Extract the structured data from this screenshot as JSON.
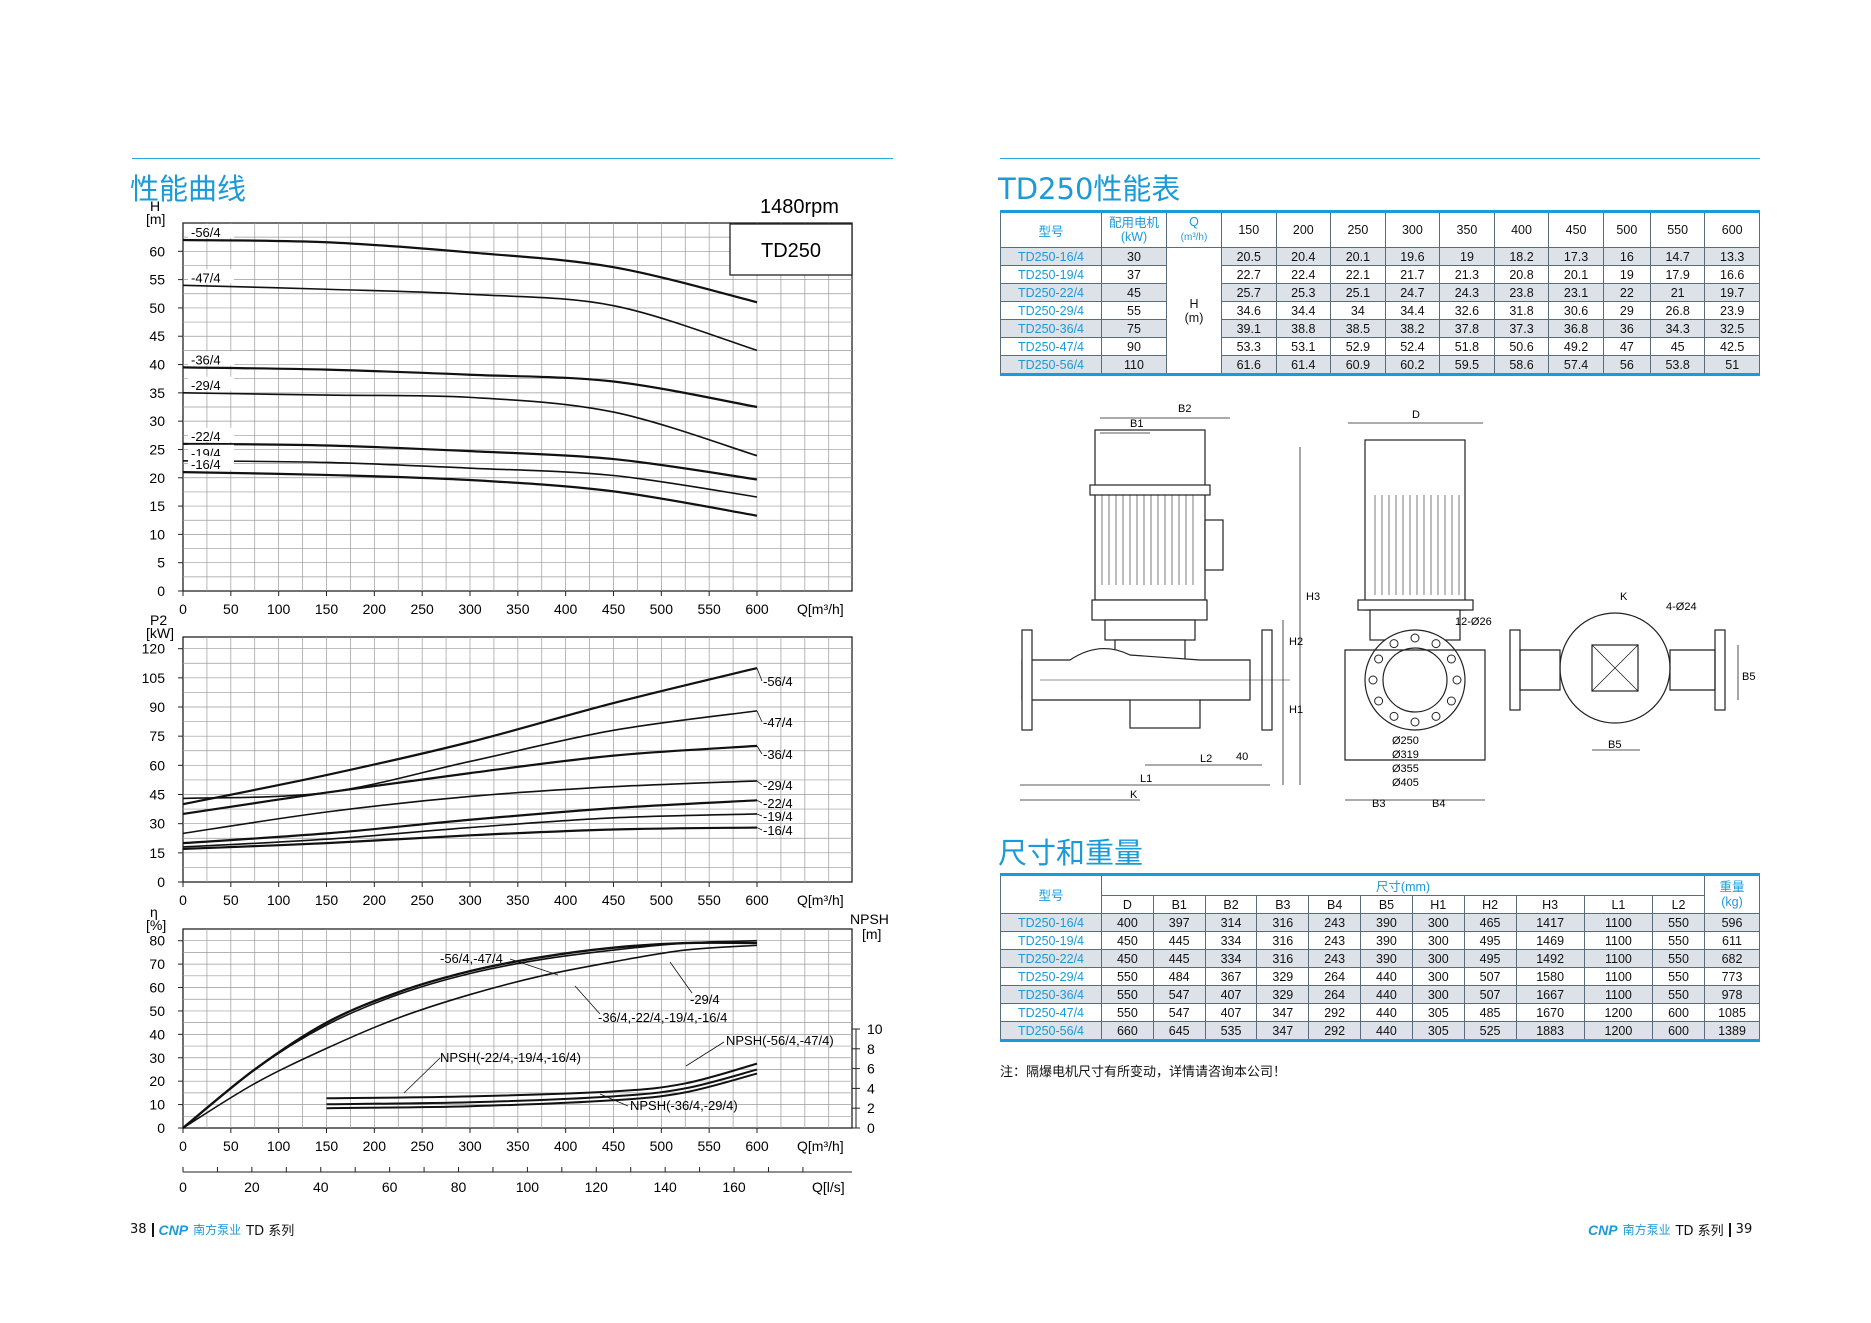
{
  "left": {
    "section_title": "性能曲线",
    "rpm": "1480rpm",
    "model_box": "TD250",
    "head_chart": {
      "y_axis_label": [
        "H",
        "[m]"
      ],
      "y_ticks": [
        0,
        5,
        10,
        15,
        20,
        25,
        30,
        35,
        40,
        45,
        50,
        55,
        60
      ],
      "x_ticks": [
        0,
        50,
        100,
        150,
        200,
        250,
        300,
        350,
        400,
        450,
        500,
        550,
        600
      ],
      "x_label": "Q[m³/h]",
      "curves": [
        {
          "name": "-56/4",
          "q": [
            0,
            150,
            300,
            450,
            600
          ],
          "h": [
            62.0,
            61.6,
            59.8,
            57.2,
            51.0
          ]
        },
        {
          "name": "-47/4",
          "q": [
            0,
            150,
            300,
            450,
            600
          ],
          "h": [
            54.0,
            53.3,
            52.4,
            50.4,
            42.5
          ]
        },
        {
          "name": "-36/4",
          "q": [
            0,
            150,
            300,
            450,
            600
          ],
          "h": [
            39.5,
            39.1,
            38.2,
            37.0,
            32.5
          ]
        },
        {
          "name": "-29/4",
          "q": [
            0,
            150,
            300,
            450,
            600
          ],
          "h": [
            35.0,
            34.6,
            34.2,
            31.6,
            23.9
          ]
        },
        {
          "name": "-22/4",
          "q": [
            0,
            150,
            300,
            450,
            600
          ],
          "h": [
            26.0,
            25.7,
            24.7,
            23.3,
            19.7
          ]
        },
        {
          "name": "-19/4",
          "q": [
            0,
            150,
            300,
            450,
            600
          ],
          "h": [
            23.0,
            22.7,
            21.7,
            20.4,
            16.6
          ]
        },
        {
          "name": "-16/4",
          "q": [
            0,
            150,
            300,
            450,
            600
          ],
          "h": [
            21.0,
            20.5,
            19.6,
            17.6,
            13.3
          ]
        }
      ]
    },
    "power_chart": {
      "y_axis_label": [
        "P2",
        "[kW]"
      ],
      "y_ticks": [
        0,
        15,
        30,
        45,
        60,
        75,
        90,
        105,
        120
      ],
      "x_ticks": [
        0,
        50,
        100,
        150,
        200,
        250,
        300,
        350,
        400,
        450,
        500,
        550,
        600
      ],
      "x_label": "Q[m³/h]",
      "curves": [
        {
          "name": "-56/4",
          "q": [
            0,
            150,
            300,
            450,
            600
          ],
          "p": [
            40,
            55,
            72,
            92,
            110
          ]
        },
        {
          "name": "-47/4",
          "q": [
            0,
            150,
            300,
            450,
            600
          ],
          "p": [
            43,
            46,
            62,
            78,
            88
          ]
        },
        {
          "name": "-36/4",
          "q": [
            0,
            150,
            300,
            450,
            600
          ],
          "p": [
            35,
            46,
            56,
            65,
            70
          ]
        },
        {
          "name": "-29/4",
          "q": [
            0,
            150,
            300,
            450,
            600
          ],
          "p": [
            25,
            36,
            44,
            49,
            52
          ]
        },
        {
          "name": "-22/4",
          "q": [
            0,
            150,
            300,
            450,
            600
          ],
          "p": [
            20,
            25,
            32,
            38,
            42
          ]
        },
        {
          "name": "-19/4",
          "q": [
            0,
            150,
            300,
            450,
            600
          ],
          "p": [
            18,
            22,
            28,
            33,
            35
          ]
        },
        {
          "name": "-16/4",
          "q": [
            0,
            150,
            300,
            450,
            600
          ],
          "p": [
            17,
            20,
            24,
            27,
            28
          ]
        }
      ]
    },
    "eff_chart": {
      "y_axis_label": [
        "η",
        "[%]"
      ],
      "y_ticks": [
        0,
        10,
        20,
        30,
        40,
        50,
        60,
        70,
        80
      ],
      "right_axis_label": [
        "NPSH",
        "[m]"
      ],
      "right_ticks": [
        0,
        2,
        4,
        6,
        8,
        10
      ],
      "x_ticks": [
        0,
        50,
        100,
        150,
        200,
        250,
        300,
        350,
        400,
        450,
        500,
        550,
        600
      ],
      "x_label": "Q[m³/h]",
      "x2_ticks": [
        0,
        20,
        40,
        60,
        80,
        100,
        120,
        140,
        160
      ],
      "x2_label": "Q[l/s]",
      "eff_curves": [
        {
          "name": "-56/4,-47/4",
          "q": [
            0,
            75,
            150,
            225,
            300,
            375,
            450,
            525,
            600
          ],
          "e": [
            0,
            25,
            45,
            58,
            67,
            73,
            77,
            79,
            79
          ]
        },
        {
          "name": "-29/4",
          "q": [
            0,
            75,
            150,
            225,
            300,
            375,
            450,
            525,
            600
          ],
          "e": [
            0,
            25,
            44,
            57,
            66,
            72,
            76,
            79,
            80
          ]
        },
        {
          "name": "-36/4,-22/4,-19/4,-16/4",
          "q": [
            0,
            75,
            150,
            225,
            300,
            375,
            450,
            525,
            600
          ],
          "e": [
            0,
            19,
            34,
            47,
            57,
            65,
            71,
            76,
            78
          ]
        }
      ],
      "npsh_curves": [
        {
          "name": "NPSH(-56/4,-47/4)",
          "q": [
            150,
            300,
            450,
            525,
            600
          ],
          "n": [
            3.0,
            3.2,
            3.7,
            4.5,
            6.5
          ]
        },
        {
          "name": "NPSH(-22/4,-19/4,-16/4)",
          "q": [
            150,
            300,
            450,
            525,
            600
          ],
          "n": [
            2.4,
            2.6,
            3.2,
            4.0,
            5.9
          ]
        },
        {
          "name": "NPSH(-36/4,-29/4)",
          "q": [
            150,
            300,
            450,
            525,
            600
          ],
          "n": [
            2.0,
            2.2,
            2.8,
            3.6,
            5.5
          ]
        }
      ],
      "labels": {
        "l1": "-56/4,-47/4",
        "l2": "-29/4",
        "l3": "-36/4,-22/4,-19/4,-16/4",
        "n1": "NPSH(-56/4,-47/4)",
        "n2": "NPSH(-22/4,-19/4,-16/4)",
        "n3": "NPSH(-36/4,-29/4)"
      }
    },
    "page_num": "38",
    "series_name": "TD 系列"
  },
  "right": {
    "section_title": "TD250性能表",
    "perf_table": {
      "h_model": "型号",
      "h_motor": "配用电机",
      "h_motor_unit": "(kW)",
      "h_q": "Q",
      "h_q_unit": "(m³/h)",
      "h_unit": "H",
      "h_unit2": "(m)",
      "flows": [
        "150",
        "200",
        "250",
        "300",
        "350",
        "400",
        "450",
        "500",
        "550",
        "600"
      ],
      "rows": [
        {
          "model": "TD250-16/4",
          "kw": "30",
          "h": [
            "20.5",
            "20.4",
            "20.1",
            "19.6",
            "19",
            "18.2",
            "17.3",
            "16",
            "14.7",
            "13.3"
          ]
        },
        {
          "model": "TD250-19/4",
          "kw": "37",
          "h": [
            "22.7",
            "22.4",
            "22.1",
            "21.7",
            "21.3",
            "20.8",
            "20.1",
            "19",
            "17.9",
            "16.6"
          ]
        },
        {
          "model": "TD250-22/4",
          "kw": "45",
          "h": [
            "25.7",
            "25.3",
            "25.1",
            "24.7",
            "24.3",
            "23.8",
            "23.1",
            "22",
            "21",
            "19.7"
          ]
        },
        {
          "model": "TD250-29/4",
          "kw": "55",
          "h": [
            "34.6",
            "34.4",
            "34",
            "34.4",
            "32.6",
            "31.8",
            "30.6",
            "29",
            "26.8",
            "23.9"
          ]
        },
        {
          "model": "TD250-36/4",
          "kw": "75",
          "h": [
            "39.1",
            "38.8",
            "38.5",
            "38.2",
            "37.8",
            "37.3",
            "36.8",
            "36",
            "34.3",
            "32.5"
          ]
        },
        {
          "model": "TD250-47/4",
          "kw": "90",
          "h": [
            "53.3",
            "53.1",
            "52.9",
            "52.4",
            "51.8",
            "50.6",
            "49.2",
            "47",
            "45",
            "42.5"
          ]
        },
        {
          "model": "TD250-56/4",
          "kw": "110",
          "h": [
            "61.6",
            "61.4",
            "60.9",
            "60.2",
            "59.5",
            "58.6",
            "57.4",
            "56",
            "53.8",
            "51"
          ]
        }
      ]
    },
    "drawing_labels": {
      "b1": "B1",
      "b2": "B2",
      "d": "D",
      "h1": "H1",
      "h2": "H2",
      "h3": "H3",
      "l1": "L1",
      "l2": "L2",
      "k": "K",
      "k2": "K",
      "b3": "B3",
      "b4": "B4",
      "b5": "B5",
      "b5b": "B5",
      "d40": "40",
      "holes": "12-Ø26",
      "holes2": "4-Ø24",
      "dia1": "Ø250",
      "dia2": "Ø319",
      "dia3": "Ø355",
      "dia4": "Ø405"
    },
    "dim_title": "尺寸和重量",
    "dim_table": {
      "h_model": "型号",
      "h_dims": "尺寸(mm)",
      "h_weight": "重量",
      "h_weight_unit": "(kg)",
      "cols": [
        "D",
        "B1",
        "B2",
        "B3",
        "B4",
        "B5",
        "H1",
        "H2",
        "H3",
        "L1",
        "L2"
      ],
      "rows": [
        {
          "model": "TD250-16/4",
          "v": [
            "400",
            "397",
            "314",
            "316",
            "243",
            "390",
            "300",
            "465",
            "1417",
            "1100",
            "550"
          ],
          "w": "596"
        },
        {
          "model": "TD250-19/4",
          "v": [
            "450",
            "445",
            "334",
            "316",
            "243",
            "390",
            "300",
            "495",
            "1469",
            "1100",
            "550"
          ],
          "w": "611"
        },
        {
          "model": "TD250-22/4",
          "v": [
            "450",
            "445",
            "334",
            "316",
            "243",
            "390",
            "300",
            "495",
            "1492",
            "1100",
            "550"
          ],
          "w": "682"
        },
        {
          "model": "TD250-29/4",
          "v": [
            "550",
            "484",
            "367",
            "329",
            "264",
            "440",
            "300",
            "507",
            "1580",
            "1100",
            "550"
          ],
          "w": "773"
        },
        {
          "model": "TD250-36/4",
          "v": [
            "550",
            "547",
            "407",
            "329",
            "264",
            "440",
            "300",
            "507",
            "1667",
            "1100",
            "550"
          ],
          "w": "978"
        },
        {
          "model": "TD250-47/4",
          "v": [
            "550",
            "547",
            "407",
            "347",
            "292",
            "440",
            "305",
            "485",
            "1670",
            "1200",
            "600"
          ],
          "w": "1085"
        },
        {
          "model": "TD250-56/4",
          "v": [
            "660",
            "645",
            "535",
            "347",
            "292",
            "440",
            "305",
            "525",
            "1883",
            "1200",
            "600"
          ],
          "w": "1389"
        }
      ]
    },
    "note": "注：隔爆电机尺寸有所变动，详情请咨询本公司！",
    "page_num": "39",
    "series_name": "TD 系列"
  },
  "brand": {
    "logo": "CNP",
    "name": "南方泵业"
  },
  "colors": {
    "accent": "#1a9ad8",
    "row_alt": "#dde2e8",
    "grid": "#9a9a9a"
  }
}
